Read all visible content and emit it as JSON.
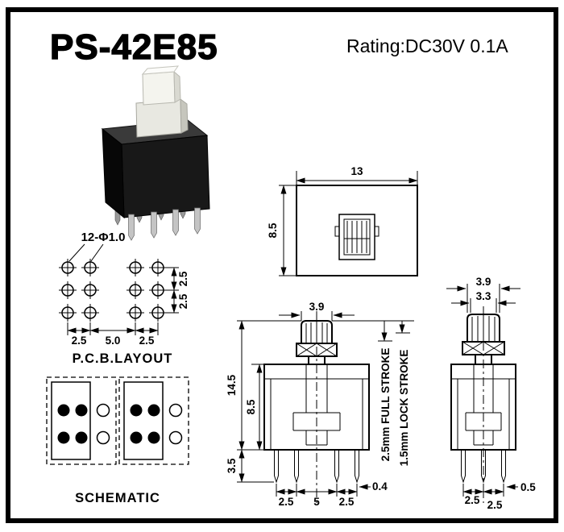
{
  "header": {
    "title": "PS-42E85",
    "rating": "Rating:DC30V 0.1A"
  },
  "top_view": {
    "width": "13",
    "height": "8.5"
  },
  "pcb_layout": {
    "holes_label": "12-Φ1.0",
    "row_pitch_1": "2.5",
    "row_pitch_2": "2.5",
    "col_pitch_1": "2.5",
    "col_pitch_2": "5.0",
    "col_pitch_3": "2.5",
    "caption": "P.C.B.LAYOUT"
  },
  "schematic": {
    "caption": "SCHEMATIC"
  },
  "front_view": {
    "button_width": "3.9",
    "total_height": "14.5",
    "body_height": "8.5",
    "pin_length": "3.5",
    "pin_pitch_1": "2.5",
    "pin_pitch_2": "5",
    "pin_pitch_3": "2.5",
    "pin_width": "0.4",
    "full_stroke": "2.5mm FULL STROKE",
    "lock_stroke": "1.5mm LOCK STROKE"
  },
  "side_view": {
    "cap_width": "3.9",
    "cap_inner_width": "3.3",
    "pin_pitch_1": "2.5",
    "pin_pitch_2": "2.5",
    "pin_width": "0.5"
  }
}
